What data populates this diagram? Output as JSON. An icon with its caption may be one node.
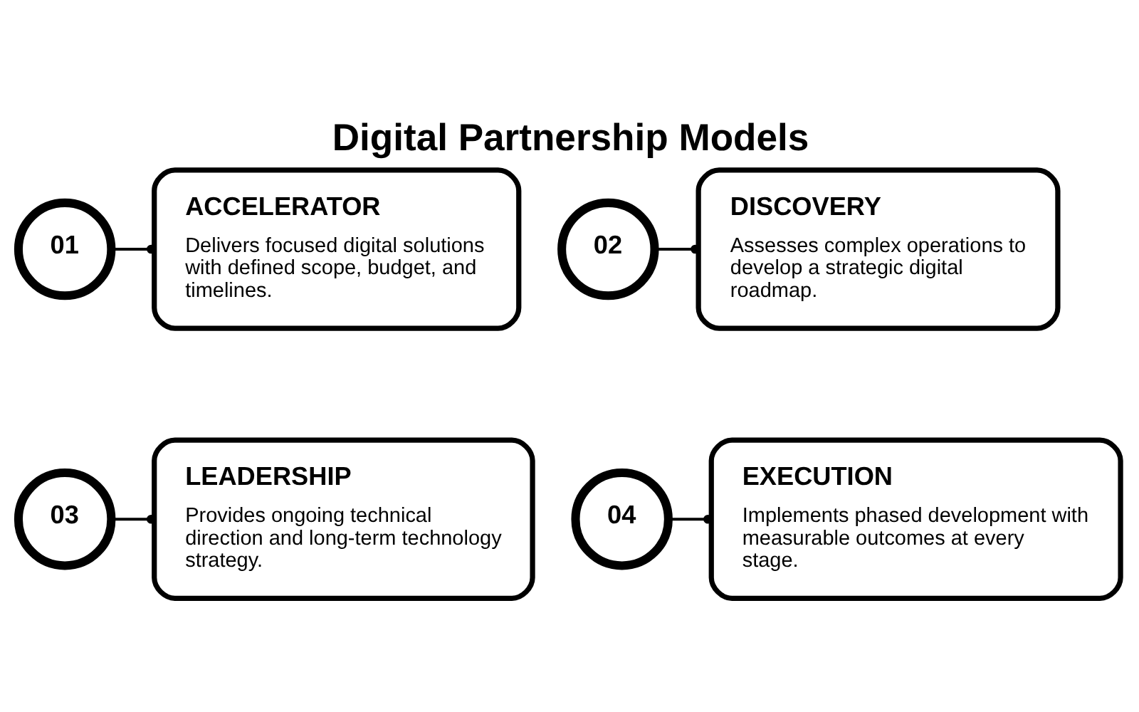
{
  "diagram": {
    "title": "Digital Partnership Models",
    "nodes": [
      {
        "text": [
          "01"
        ]
      },
      {
        "text": [
          "ACCELERATOR",
          "Delivers focused digital solutions with defined scope, budget, and timelines."
        ]
      },
      {
        "text": [
          "02"
        ]
      },
      {
        "text": [
          "DISCOVERY",
          "Assesses complex operations to develop a strategic digital roadmap."
        ]
      },
      {
        "text": [
          "03"
        ]
      },
      {
        "text": [
          "LEADERSHIP",
          "Provides ongoing technical direction and long-term technology strategy."
        ]
      },
      {
        "text": [
          "04"
        ]
      },
      {
        "text": [
          "EXECUTION",
          "Implements phased development with measurable outcomes at every stage."
        ]
      }
    ],
    "edges": [
      {
        "from": 0,
        "to": 1,
        "arrow": "other"
      },
      {
        "from": 2,
        "to": 3,
        "arrow": "other"
      },
      {
        "from": 4,
        "to": 5,
        "arrow": "other"
      },
      {
        "from": 6,
        "to": 7,
        "arrow": "other"
      }
    ]
  }
}
